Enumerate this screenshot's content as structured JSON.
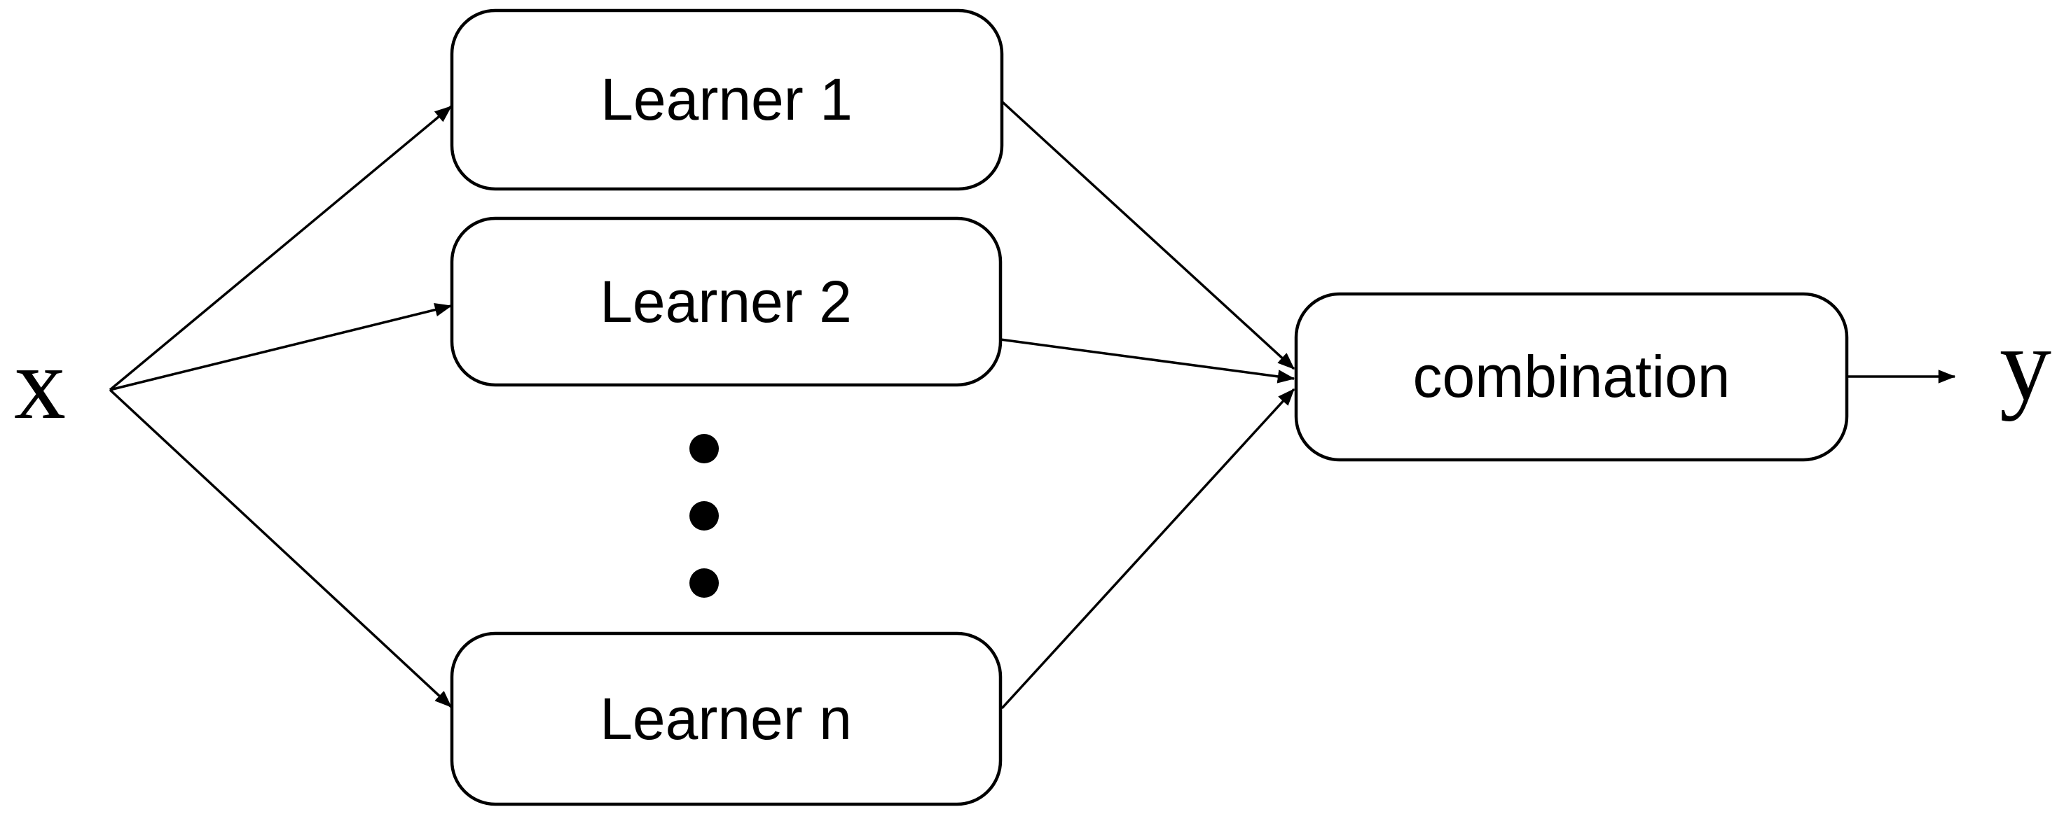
{
  "diagram": {
    "type": "flow-diagram",
    "description": "Ensemble learning: input x fans out to parallel learners whose outputs are merged by a combination node producing y",
    "input_label": "x",
    "output_label": "y",
    "nodes": {
      "learner1": "Learner 1",
      "learner2": "Learner 2",
      "learnern": "Learner n",
      "combination": "combination"
    },
    "ellipsis_dot_count": 3,
    "edges": [
      {
        "from": "x",
        "to": "Learner 1"
      },
      {
        "from": "x",
        "to": "Learner 2"
      },
      {
        "from": "x",
        "to": "Learner n"
      },
      {
        "from": "Learner 1",
        "to": "combination"
      },
      {
        "from": "Learner 2",
        "to": "combination"
      },
      {
        "from": "Learner n",
        "to": "combination"
      },
      {
        "from": "combination",
        "to": "y"
      }
    ],
    "colors": {
      "ink": "#000000",
      "background": "#ffffff",
      "node_fill": "#ffffff"
    }
  }
}
